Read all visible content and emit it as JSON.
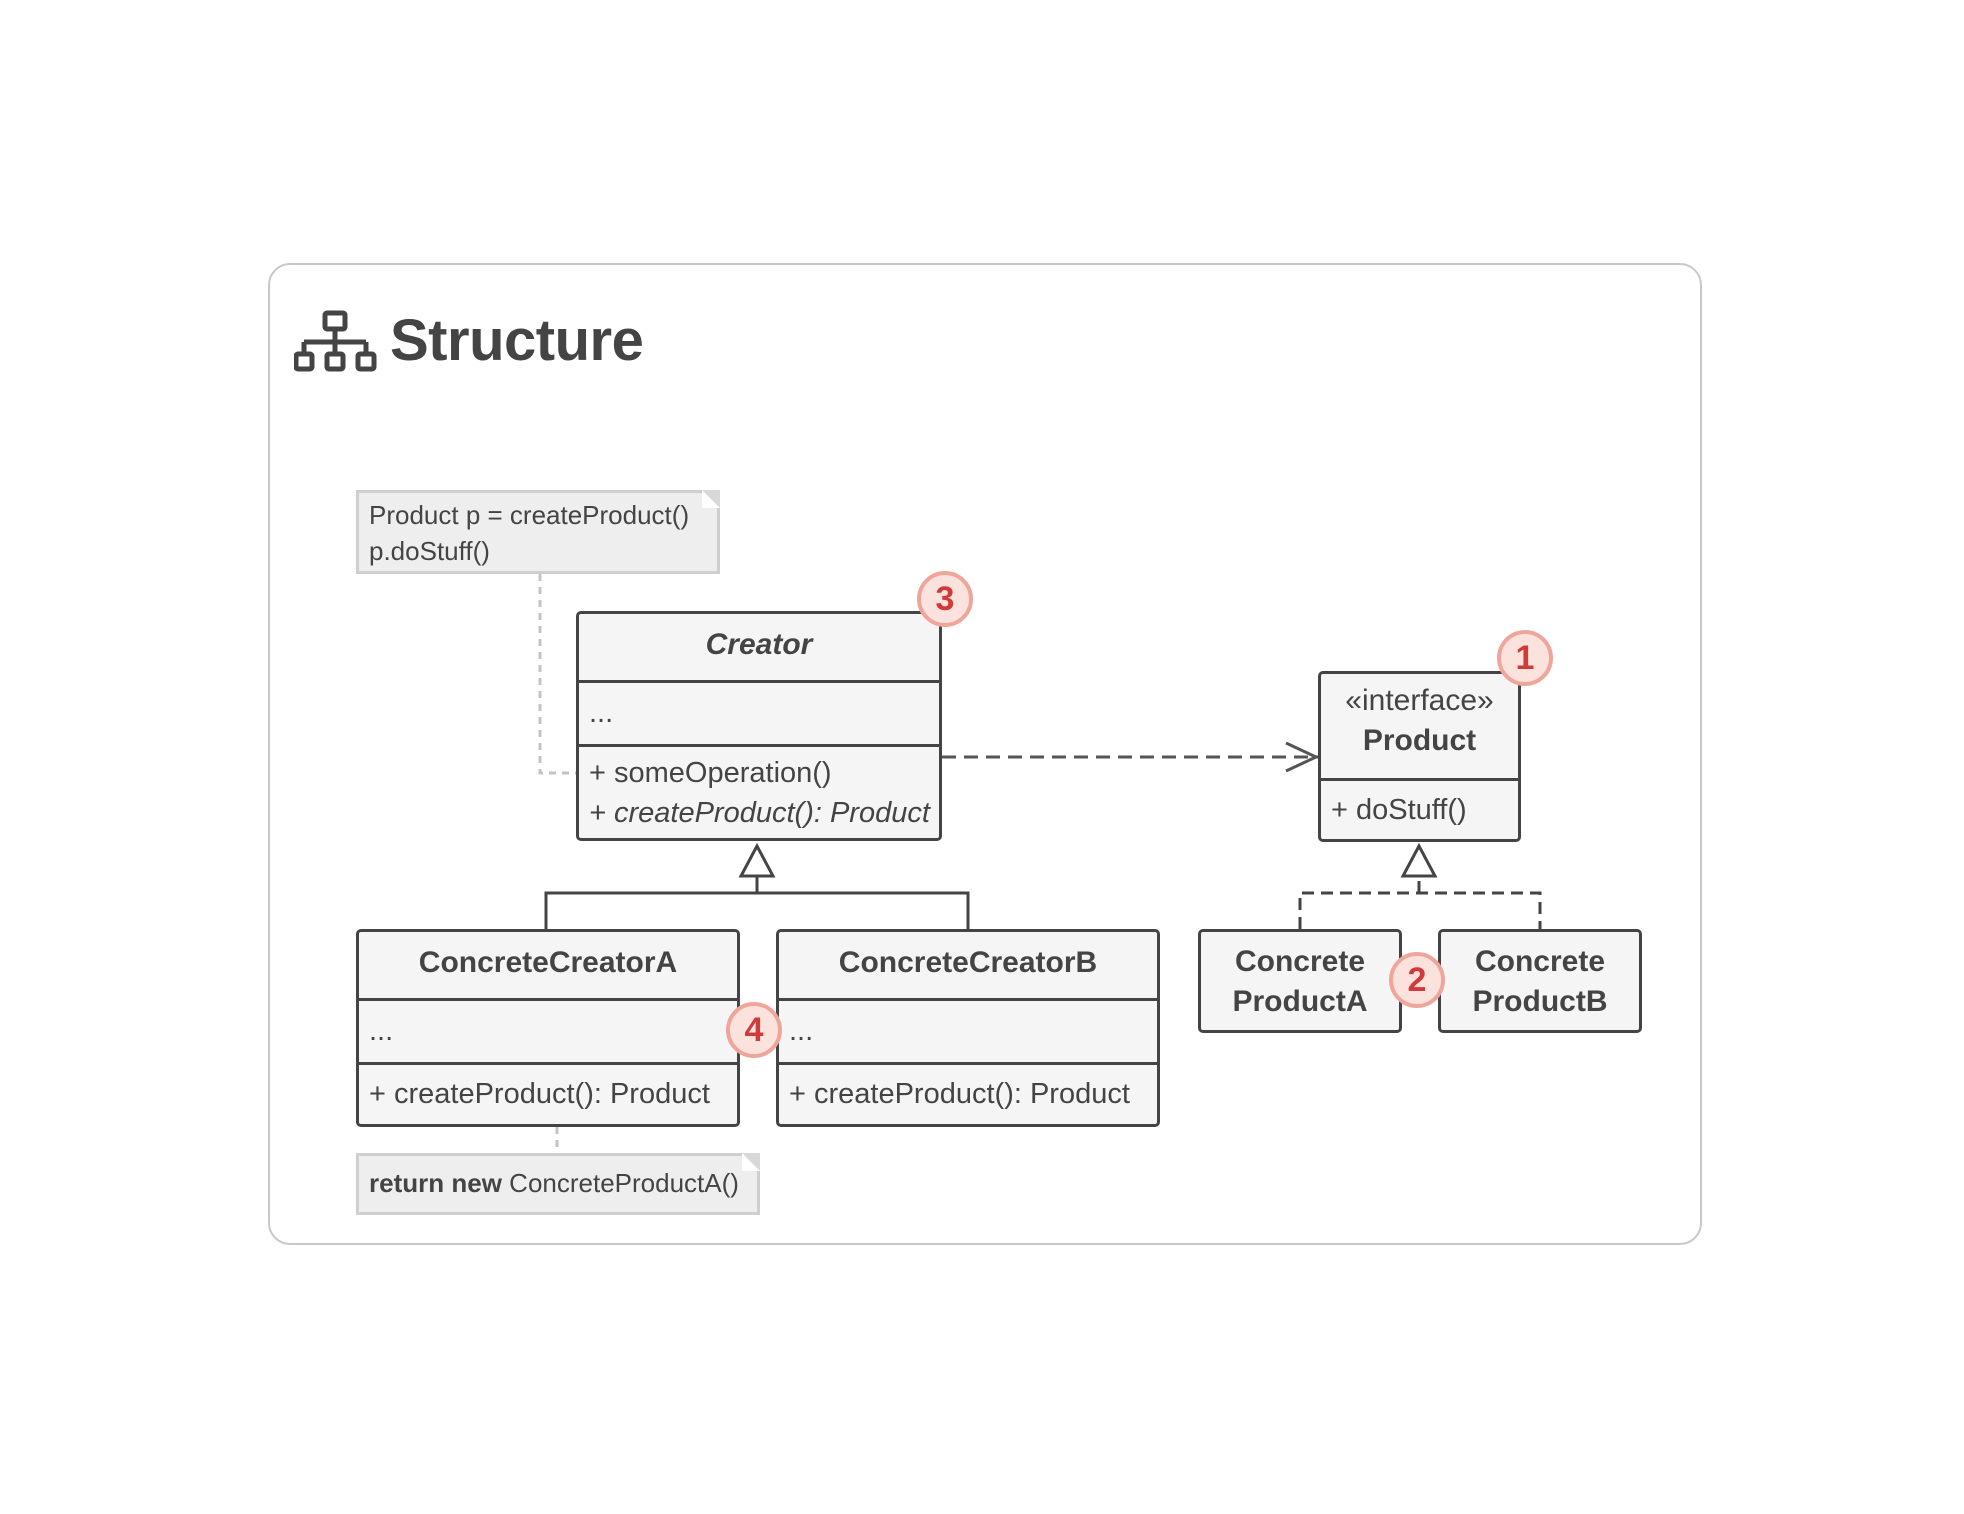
{
  "title": "Structure",
  "icon": "hierarchy-structure-icon",
  "notes": {
    "creator_note": [
      "Product p = createProduct()",
      "p.doStuff()"
    ],
    "concrete_note_keyword_1": "return",
    "concrete_note_keyword_2": "new",
    "concrete_note_rest": "ConcreteProductA()"
  },
  "creator": {
    "name": "Creator",
    "fields": "...",
    "method_1": "+ someOperation()",
    "method_2": "+ createProduct(): Product"
  },
  "product": {
    "stereotype": "«interface»",
    "name": "Product",
    "method": "+ doStuff()"
  },
  "concrete_creator_a": {
    "name": "ConcreteCreatorA",
    "fields": "...",
    "method": "+ createProduct(): Product"
  },
  "concrete_creator_b": {
    "name": "ConcreteCreatorB",
    "fields": "...",
    "method": "+ createProduct(): Product"
  },
  "concrete_product_a": {
    "line_1": "Concrete",
    "line_2": "ProductA"
  },
  "concrete_product_b": {
    "line_1": "Concrete",
    "line_2": "ProductB"
  },
  "badges": {
    "b1": "1",
    "b2": "2",
    "b3": "3",
    "b4": "4"
  },
  "colors": {
    "badge_text": "#d03a3a",
    "badge_fill": "#fce2dc",
    "badge_border": "#f0a59a",
    "line": "#444444"
  }
}
